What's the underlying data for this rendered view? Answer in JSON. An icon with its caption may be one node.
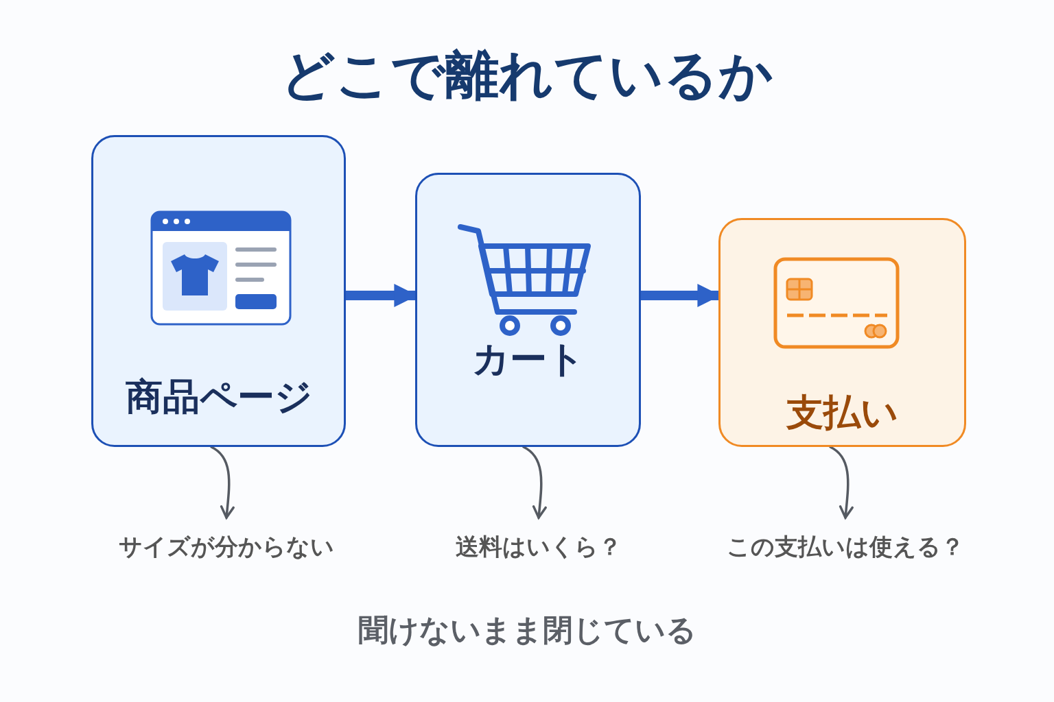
{
  "diagram": {
    "title": "どこで離れているか",
    "nodes": [
      {
        "text": [
          "商品ページ"
        ]
      },
      {
        "text": [
          "カート"
        ]
      },
      {
        "text": [
          "支払い"
        ]
      },
      {
        "text": [
          "サイズが分からない"
        ]
      },
      {
        "text": [
          "送料はいくら？"
        ]
      },
      {
        "text": [
          "この支払いは使える？"
        ]
      }
    ],
    "edges": [
      {
        "from": 0,
        "to": 1,
        "arrow": "to",
        "style": "thick",
        "color": "#2e62c8"
      },
      {
        "from": 1,
        "to": 2,
        "arrow": "to",
        "style": "thick",
        "color": "#2e62c8"
      },
      {
        "from": 0,
        "to": 3,
        "arrow": "to"
      },
      {
        "from": 1,
        "to": 4,
        "arrow": "to"
      },
      {
        "from": 2,
        "to": 5,
        "arrow": "to"
      }
    ],
    "labels": [
      "聞けないまま閉じている"
    ]
  }
}
